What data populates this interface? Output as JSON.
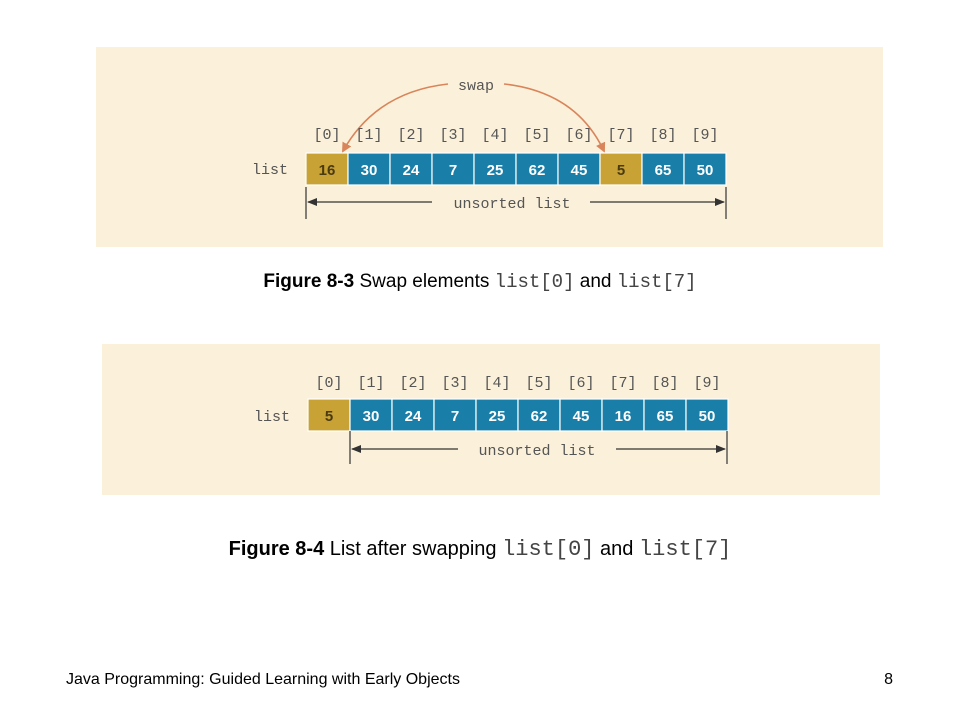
{
  "figure1": {
    "array_label": "list",
    "indices": [
      "[0]",
      "[1]",
      "[2]",
      "[3]",
      "[4]",
      "[5]",
      "[6]",
      "[7]",
      "[8]",
      "[9]"
    ],
    "values": [
      "16",
      "30",
      "24",
      "7",
      "25",
      "62",
      "45",
      "5",
      "65",
      "50"
    ],
    "highlighted": [
      0,
      7
    ],
    "swap_label": "swap",
    "range_label": "unsorted list",
    "caption": {
      "number": "Figure 8-3",
      "text_before": " Swap elements ",
      "code1": "list[0]",
      "text_middle": " and ",
      "code2": "list[7]"
    }
  },
  "figure2": {
    "array_label": "list",
    "indices": [
      "[0]",
      "[1]",
      "[2]",
      "[3]",
      "[4]",
      "[5]",
      "[6]",
      "[7]",
      "[8]",
      "[9]"
    ],
    "values": [
      "5",
      "30",
      "24",
      "7",
      "25",
      "62",
      "45",
      "16",
      "65",
      "50"
    ],
    "highlighted": [
      0
    ],
    "range_label": "unsorted list",
    "caption": {
      "number": "Figure 8-4",
      "text_before": " List after swapping ",
      "code1": "list[0]",
      "text_middle": " and ",
      "code2": "list[7]"
    }
  },
  "colors": {
    "panel_bg": "#fbf0d9",
    "cell_blue": "#1a7fa8",
    "cell_gold": "#c8a235",
    "arrow": "#d9845a",
    "text_gray": "#555555"
  },
  "footer": {
    "left": "Java Programming: Guided Learning with Early Objects",
    "page_number": "8"
  }
}
